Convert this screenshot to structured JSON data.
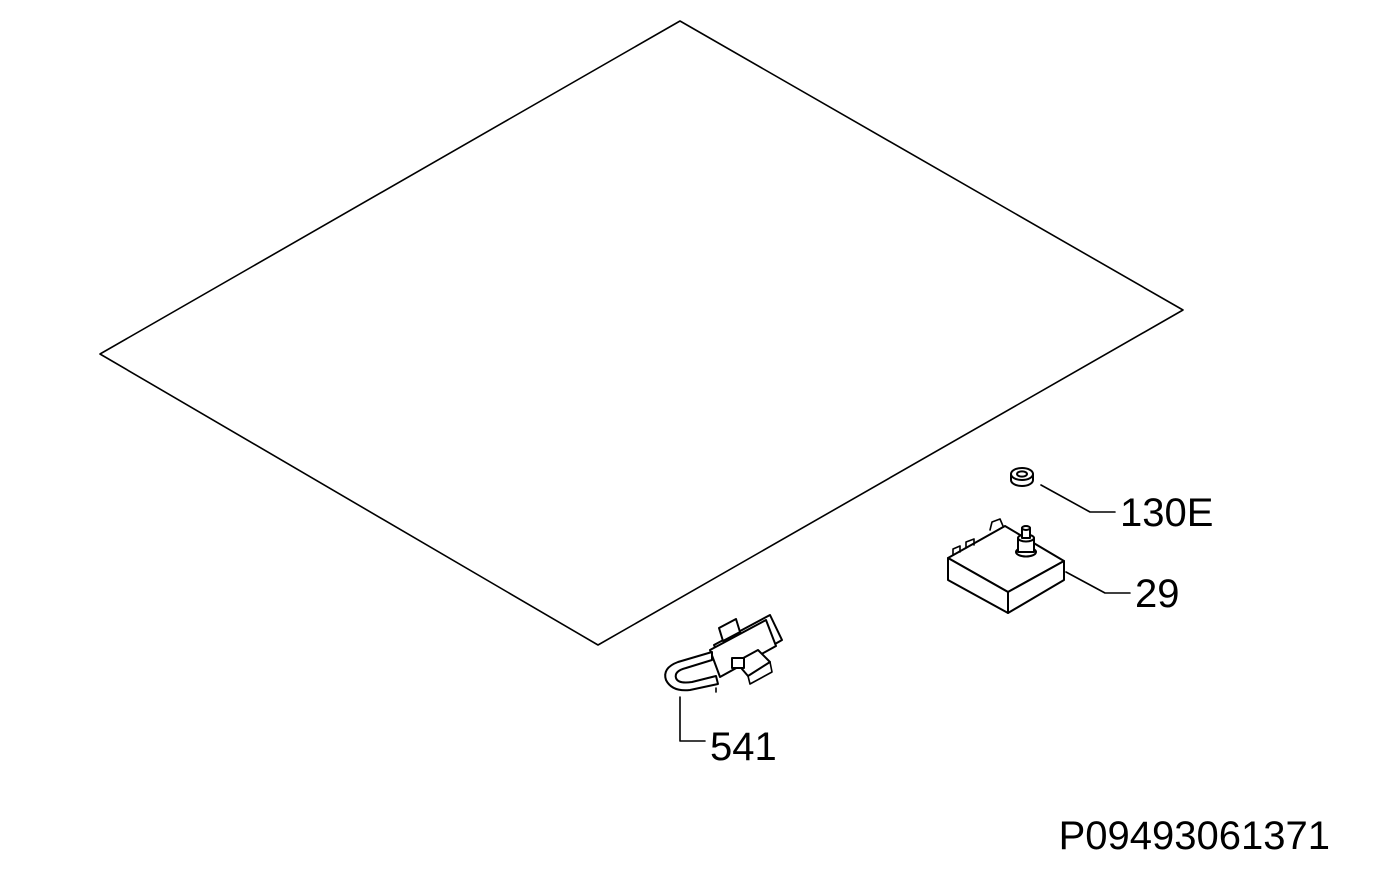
{
  "callouts": {
    "washer": "130E",
    "switch_block": "29",
    "lamp_holder": "541"
  },
  "drawing_number": "P09493061371",
  "icons": {
    "panel": "glass-panel-icon",
    "washer": "washer-icon",
    "switch_block": "switch-block-icon",
    "lamp_holder": "lamp-holder-icon"
  }
}
